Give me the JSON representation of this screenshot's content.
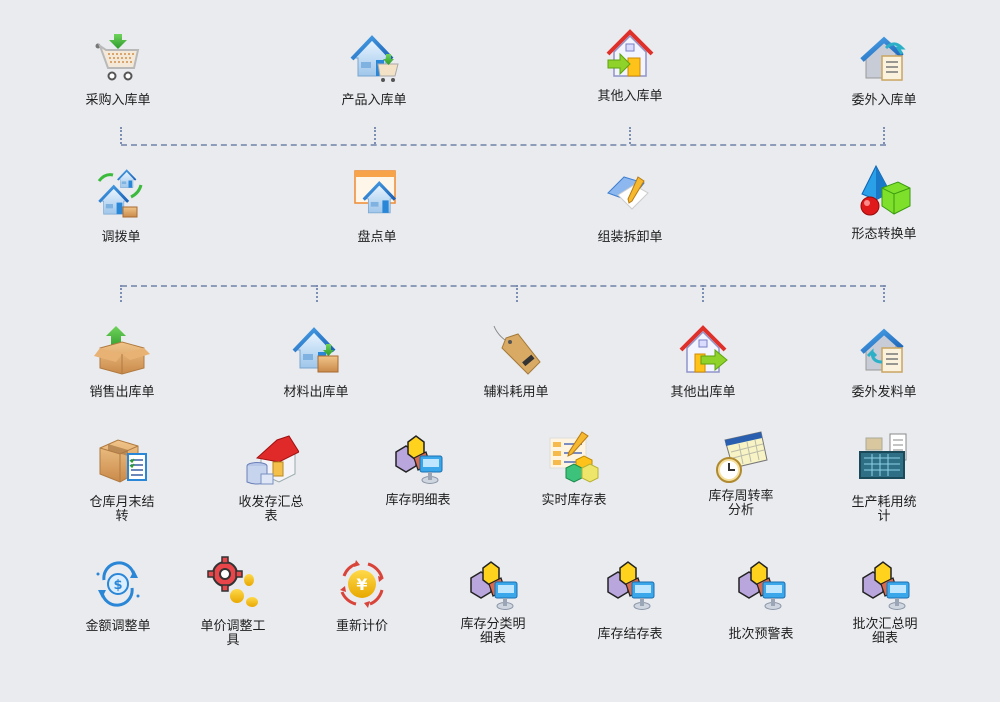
{
  "background": "#e9ebef",
  "connector_color": "#8d9cb8",
  "rows": [
    {
      "name": "inbound",
      "items": [
        {
          "label": "采购入库单",
          "icon": "shopping-cart-in-icon"
        },
        {
          "label": "产品入库单",
          "icon": "warehouse-cart-icon"
        },
        {
          "label": "其他入库单",
          "icon": "house-arrow-in-icon"
        },
        {
          "label": "委外入库单",
          "icon": "house-document-icon"
        }
      ]
    },
    {
      "name": "operations",
      "items": [
        {
          "label": "调拨单",
          "icon": "warehouse-transfer-icon"
        },
        {
          "label": "盘点单",
          "icon": "warehouse-check-icon"
        },
        {
          "label": "组装拆卸单",
          "icon": "document-pencil-icon"
        },
        {
          "label": "形态转换单",
          "icon": "shapes-icon"
        }
      ]
    },
    {
      "name": "outbound",
      "items": [
        {
          "label": "销售出库单",
          "icon": "box-arrow-up-icon"
        },
        {
          "label": "材料出库单",
          "icon": "warehouse-box-icon"
        },
        {
          "label": "辅料耗用单",
          "icon": "tag-icon"
        },
        {
          "label": "其他出库单",
          "icon": "house-arrow-out-icon"
        },
        {
          "label": "委外发料单",
          "icon": "house-document-out-icon"
        }
      ]
    },
    {
      "name": "reports",
      "items": [
        {
          "label": "仓库月末结转",
          "icon": "box-checklist-icon"
        },
        {
          "label": "收发存汇总表",
          "icon": "house-database-icon"
        },
        {
          "label": "库存明细表",
          "icon": "cubes-computer-icon"
        },
        {
          "label": "实时库存表",
          "icon": "form-cubes-icon"
        },
        {
          "label": "库存周转率分析",
          "icon": "calendar-clock-icon"
        },
        {
          "label": "生产耗用统计",
          "icon": "production-board-icon"
        }
      ]
    },
    {
      "name": "tools",
      "items": [
        {
          "label": "金额调整单",
          "icon": "dollar-cycle-icon"
        },
        {
          "label": "单价调整工具",
          "icon": "gear-coins-icon"
        },
        {
          "label": "重新计价",
          "icon": "yen-cycle-icon"
        },
        {
          "label": "库存分类明细表",
          "icon": "cubes-computer-icon"
        },
        {
          "label": "库存结存表",
          "icon": "cubes-computer-icon"
        },
        {
          "label": "批次预警表",
          "icon": "cubes-computer-icon"
        },
        {
          "label": "批次汇总明细表",
          "icon": "cubes-computer-icon"
        }
      ]
    }
  ]
}
